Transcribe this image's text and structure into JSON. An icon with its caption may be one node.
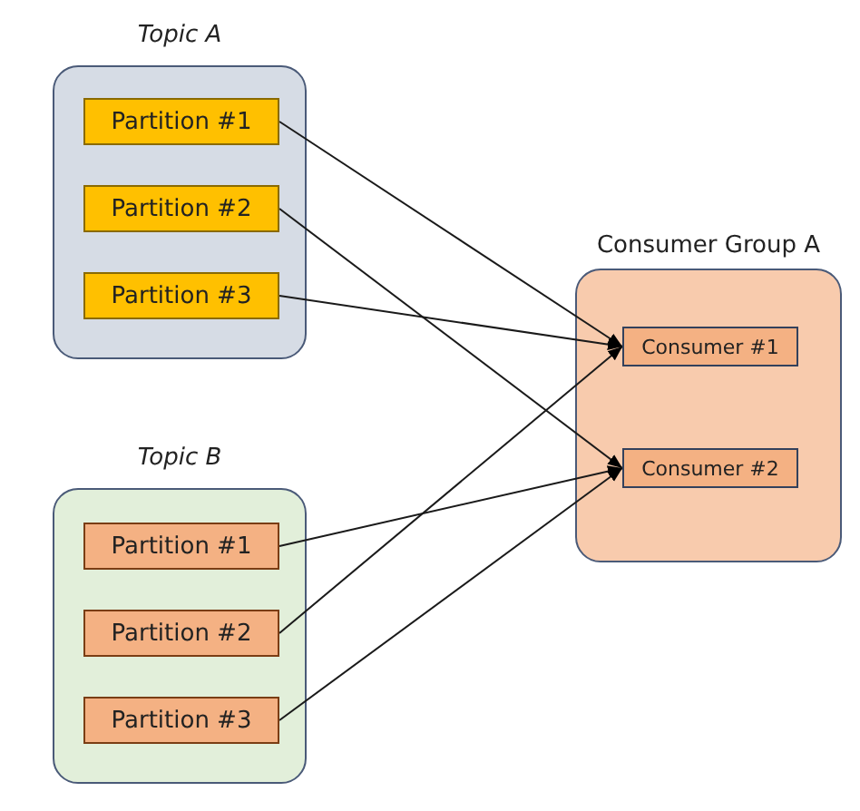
{
  "diagram": {
    "nodes": [
      {
        "text": [
          "Topic A"
        ]
      },
      {
        "text": [
          "Partition #1"
        ],
        "in": 0
      },
      {
        "text": [
          "Partition #2"
        ],
        "in": 0
      },
      {
        "text": [
          "Partition #3"
        ],
        "in": 0
      },
      {
        "text": [
          "Topic B"
        ]
      },
      {
        "text": [
          "Partition #1"
        ],
        "in": 4
      },
      {
        "text": [
          "Partition #2"
        ],
        "in": 4
      },
      {
        "text": [
          "Partition #3"
        ],
        "in": 4
      },
      {
        "text": [
          "Consumer Group A"
        ]
      },
      {
        "text": [
          "Consumer #1"
        ],
        "in": 8
      },
      {
        "text": [
          "Consumer #2"
        ],
        "in": 8
      }
    ],
    "edges": [
      {
        "from": 1,
        "to": 9,
        "arrow": "to"
      },
      {
        "from": 2,
        "to": 10,
        "arrow": "to"
      },
      {
        "from": 3,
        "to": 9,
        "arrow": "to"
      },
      {
        "from": 5,
        "to": 10,
        "arrow": "to"
      },
      {
        "from": 6,
        "to": 9,
        "arrow": "to"
      },
      {
        "from": 7,
        "to": 10,
        "arrow": "to"
      }
    ]
  }
}
